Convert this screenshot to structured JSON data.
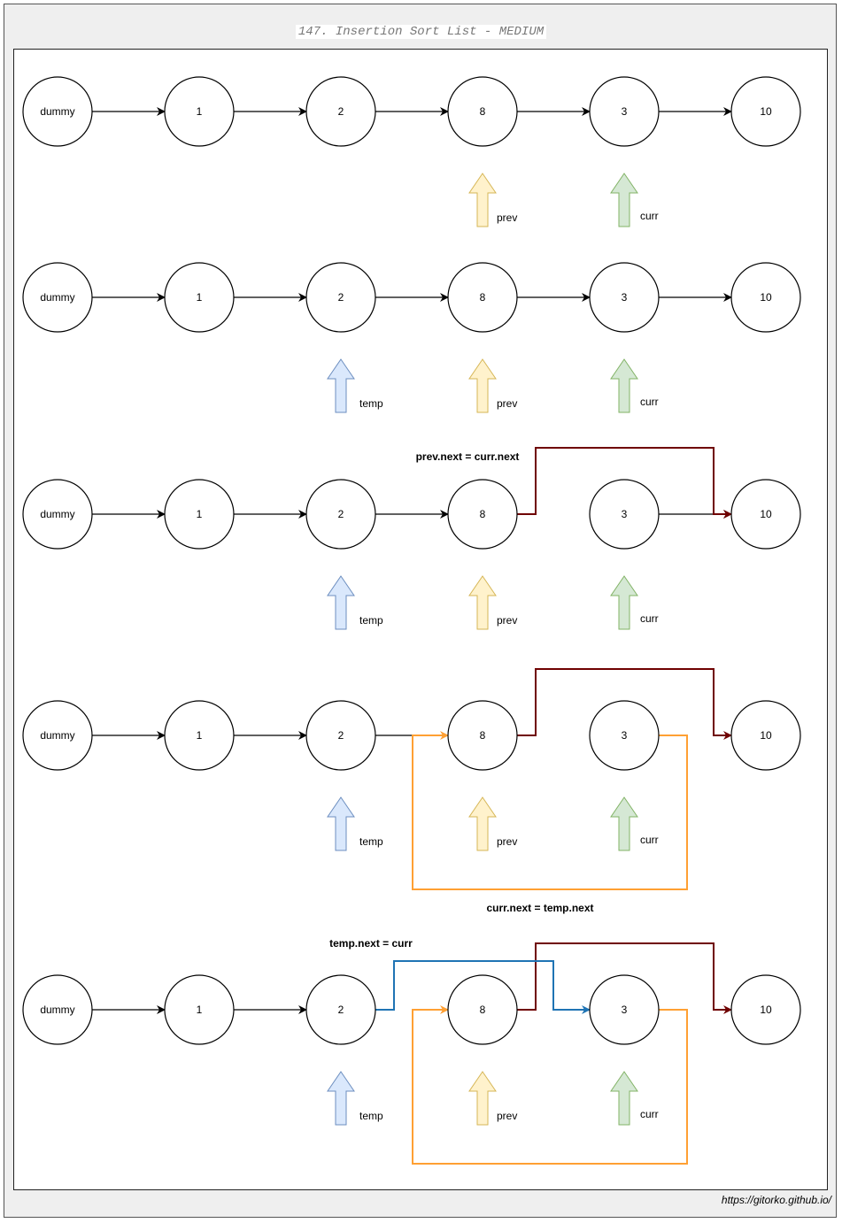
{
  "title": "147. Insertion Sort List - MEDIUM",
  "footer": "https://gitorko.github.io/",
  "colors": {
    "pointer_temp_fill": "#dae8fc",
    "pointer_temp_stroke": "#6c8ebf",
    "pointer_prev_fill": "#fff2cc",
    "pointer_prev_stroke": "#d6b656",
    "pointer_curr_fill": "#d5e8d4",
    "pointer_curr_stroke": "#82b366",
    "link_prev_next": "#6f0000",
    "link_curr_next": "#ffa033",
    "link_temp_next": "#1f74b4"
  },
  "nodes": [
    "dummy",
    "1",
    "2",
    "8",
    "3",
    "10"
  ],
  "pointer_labels": {
    "temp": "temp",
    "prev": "prev",
    "curr": "curr"
  },
  "annotations": {
    "prev_next": "prev.next = curr.next",
    "curr_next": "curr.next = temp.next",
    "temp_next": "temp.next = curr"
  }
}
